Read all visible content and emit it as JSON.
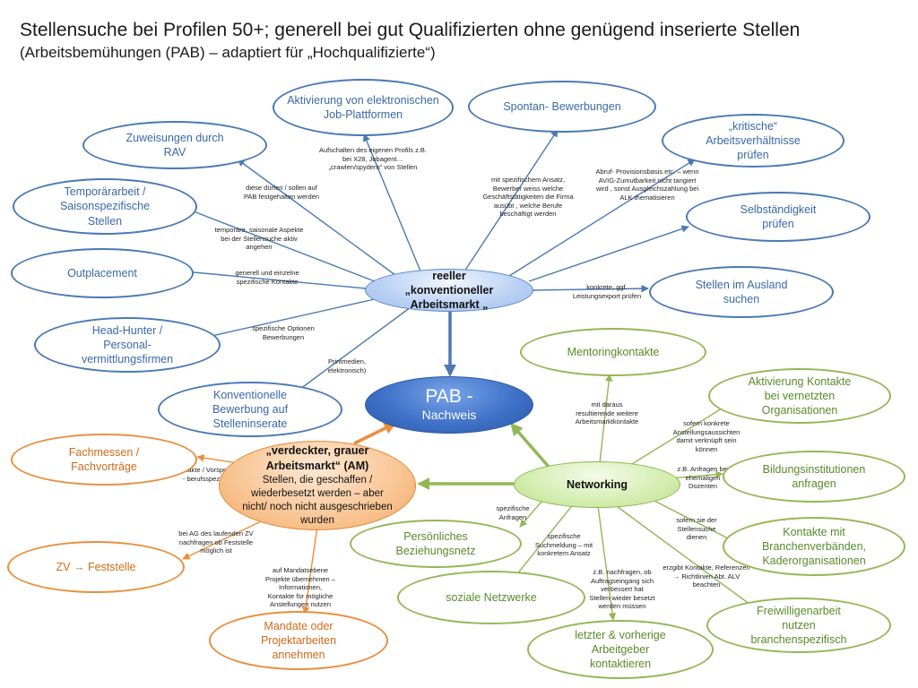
{
  "title": "Stellensuche bei  Profilen 50+; generell bei gut Qualifizierten ohne genügend inserierte Stellen",
  "subtitle": "(Arbeitsbemühungen (PAB) – adaptiert für „Hochqualifizierte“)",
  "hubs": {
    "reeller": "reeller\n„konventioneller\nArbeitsmarkt „",
    "pab_line1": "PAB -",
    "pab_line2": "Nachweis",
    "verdeckter_title": "„verdeckter, grauer Arbeitsmarkt“ (AM)",
    "verdeckter_body": "Stellen, die geschaffen / wiederbesetzt werden – aber nicht/ noch nicht ausgeschrieben wurden",
    "networking": "Networking"
  },
  "nodes": {
    "aktivierung_elektronisch": "Aktivierung von elektronischen Job-Plattformen",
    "spontan": "Spontan-\nBewerbungen",
    "kritische": "„kritische“\nArbeitsverhältnisse\nprüfen",
    "zuweisungen": "Zuweisungen durch\nRAV",
    "temporaer": "Temporärarbeit /\nSaisonspezifische\nStellen",
    "selbststaendigkeit": "Selbständigkeit\nprüfen",
    "outplacement": "Outplacement",
    "ausland": "Stellen im Ausland\nsuchen",
    "headhunter": "Head-Hunter /\nPersonal-\nvermittlungsfirmen",
    "konventionelle": "Konventionelle\nBewerbung auf\nStelleninserate",
    "mentoring": "Mentoringkontakte",
    "aktivierung_kontakte": "Aktivierung Kontakte\nbei vernetzten\nOrganisationen",
    "fachmessen": "Fachmessen /\nFachvorträge",
    "bildung": "Bildungsinstitutionen\nanfragen",
    "persoenlich": "Persönliches\nBeziehungsnetz",
    "branchen": "Kontakte mit\nBranchenverbänden,\nKaderorganisationen",
    "zv": "ZV → Feststelle",
    "sozial": "soziale Netzwerke",
    "freiwillig": "Freiwilligenarbeit\nnutzen\nbranchenspezifisch",
    "mandate": "Mandate oder\nProjektarbeiten\nannehmen",
    "arbeitgeber": "letzter & vorherige\nArbeitgeber\nkontaktieren"
  },
  "labels": {
    "aufschalten": "Aufschalten des eigenen Profils z.B.\nbei  X28, Jobagent…\n„crawlen/spydern“ von Stellen",
    "ansatz": "mit spezifischem Ansatz,\nBewerber weiss welche\nGeschäftstätigkeiten die Firma\nausübt , welche Berufe\nbeschäftigt werden",
    "abruf": "Abruf- Provisionsbasis etc. – wenn\nAVIG-Zumutbarkeit nicht tangiert\nwird , sonst Ausgleichszahlung bei\nALK thematisieren",
    "duerfen": "diese dürfen  / sollen auf\nPAB festgehalten werden",
    "temporaere_aspekte": "temporäre, saisonale Aspekte\nbei der Stellensuche aktiv\nangehen",
    "generell": "generell und einzelne\nspezifische Kontakte",
    "konkrete": "konkrete, ggf.\nLeistungsexport prüfen",
    "optionen": "spezifische Optionen\nBewerbungen",
    "printmedien": "Printmedien,\nelektronisch)",
    "daraus": "mit  daraus\nresultierende weitere\nArbeitsmarktkontakte",
    "sofern_konkrete": "sofern konkrete\nAnstellungsaussichten\ndamit verknüpft sein\nkönnen",
    "kontakte_vorsprachen": "Kontakte / Vorsprachen\n- berufsspezifisch",
    "anfragen_dozenten": "z.B. Anfragen bei\nehemaligen\nDozenten",
    "spezifische_anfragen": "spezifische\nAnfragen",
    "suchmeldung": "spezifische\nSuchmeldung – mit\nkonkretem Ansatz",
    "sofern_stellensuche": "sofern sie der\nStellensuche\ndienen",
    "ag_laufend": "bei AG des laufenden ZV\nnachfragen ob Feststelle\nmöglich ist",
    "nachfragen": "z.B. nachfragen, ob\nAuftragseingang sich\nverbessert hat\nStellen wieder besetzt\nwerden müssen",
    "erzielt": "erzgibt Kontakte, Referenzen\n→ Richtlinien Abt. ALV\nbeachten",
    "mandatsebene": "auf Mandatsebene\nProjekte übernehmen –\nInformationen,\nKontakte für mögliche\nAnstellungen nutzen"
  },
  "colors": {
    "blue": "#4a79b4",
    "green": "#92b856",
    "orange": "#ea8e3e",
    "pab": "#3f72c8"
  }
}
